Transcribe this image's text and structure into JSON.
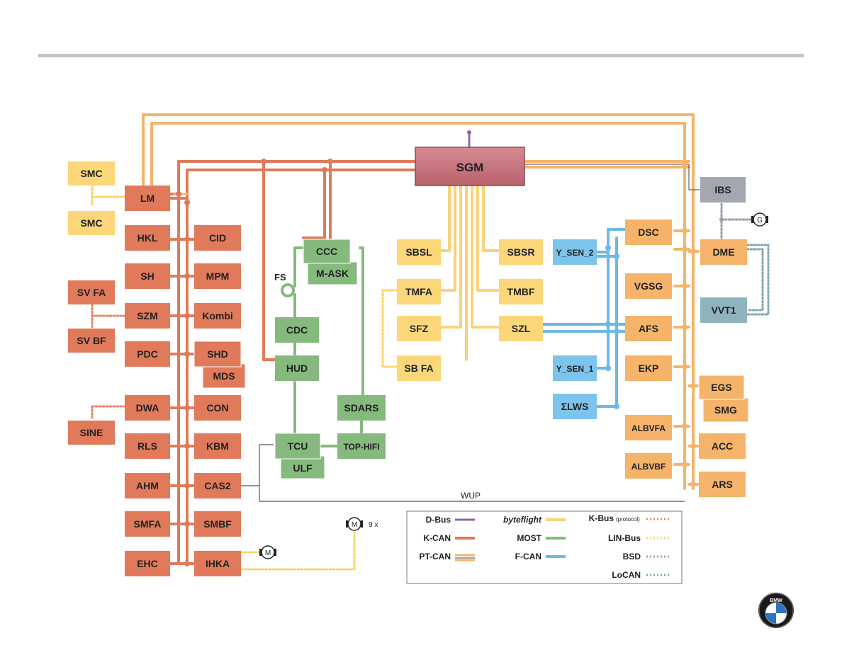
{
  "diagram": {
    "central_node": "SGM",
    "wup_label": "WUP",
    "fs_label": "FS",
    "motor_label": "M",
    "motor_count_label": "9 x",
    "generator_label": "G",
    "nodes": {
      "smc_top": "SMC",
      "lm": "LM",
      "smc_bottom": "SMC",
      "hkl": "HKL",
      "cid": "CID",
      "sh": "SH",
      "mpm": "MPM",
      "sv_fa": "SV FA",
      "szm": "SZM",
      "kombi": "Kombi",
      "sv_bf": "SV BF",
      "pdc": "PDC",
      "shd": "SHD",
      "mds": "MDS",
      "dwa": "DWA",
      "con": "CON",
      "sine": "SINE",
      "rls": "RLS",
      "kbm": "KBM",
      "ahm": "AHM",
      "cas2": "CAS2",
      "smfa": "SMFA",
      "smbf": "SMBF",
      "ehc": "EHC",
      "ihka": "IHKA",
      "ccc": "CCC",
      "m_ask": "M-ASK",
      "cdc": "CDC",
      "hud": "HUD",
      "sdars": "SDARS",
      "tcu": "TCU",
      "top_hifi": "TOP-HIFI",
      "ulf": "ULF",
      "sbsl": "SBSL",
      "sbsr": "SBSR",
      "tmfa": "TMFA",
      "tmbf": "TMBF",
      "sfz": "SFZ",
      "szl": "SZL",
      "sb_fa": "SB FA",
      "y_sen_2": "Y_SEN_2",
      "y_sen_1": "Y_SEN_1",
      "lws": "ΣLWS",
      "ibs": "IBS",
      "dsc": "DSC",
      "dme": "DME",
      "vgsg": "VGSG",
      "vvt1": "VVT1",
      "afs": "AFS",
      "ekp": "EKP",
      "egs": "EGS",
      "smg": "SMG",
      "albvfa": "ALBVFA",
      "acc": "ACC",
      "albvbf": "ALBVBF",
      "ars": "ARS"
    },
    "colors": {
      "k_can": "#e07a5a",
      "pt_can": "#f5b46a",
      "byteflight": "#f9d27a",
      "most": "#86b97e",
      "f_can": "#6cb8e6",
      "d_bus": "#8e6a9e",
      "lin_bus": "#f9d46a",
      "k_bus_protocol": "#e8866a",
      "bsd": "#9a9ea8",
      "locan": "#7fa8b0",
      "sgm_fill": "#c4727b"
    }
  },
  "legend": {
    "d_bus": "D-Bus",
    "k_can": "K-CAN",
    "pt_can": "PT-CAN",
    "byteflight": "byteflight",
    "most": "MOST",
    "f_can": "F-CAN",
    "k_bus": "K-Bus",
    "k_bus_note": "(protocol)",
    "lin_bus": "LIN-Bus",
    "bsd": "BSD",
    "locan": "LoCAN"
  },
  "logo": {
    "name": "bmw-logo",
    "text": "BMW"
  }
}
